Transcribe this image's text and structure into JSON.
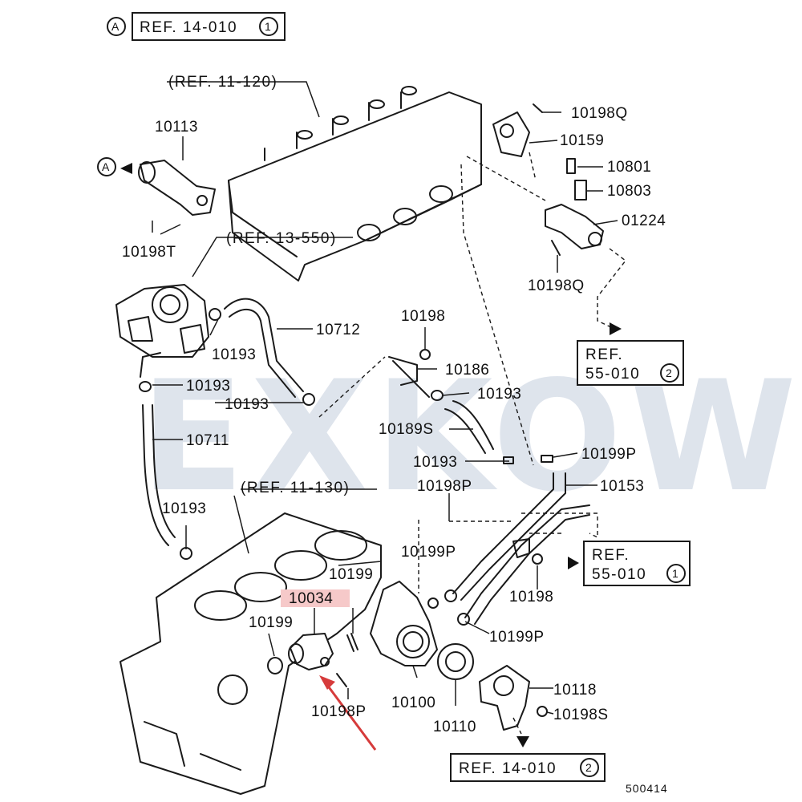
{
  "watermark": "EXKOW",
  "corner_code": "500414",
  "circle_marker": "A",
  "ref_boxes": {
    "top_left": {
      "text": "REF. 14-010",
      "circled": "1"
    },
    "right_upper": {
      "line1": "REF.",
      "line2": "55-010",
      "circled": "2"
    },
    "right_lower": {
      "line1": "REF.",
      "line2": "55-010",
      "circled": "1"
    },
    "bottom": {
      "text": "REF. 14-010",
      "circled": "2"
    }
  },
  "ref_labels": {
    "cylinder_head": "(REF. 11-120)",
    "throttle_body": "(REF. 13-550)",
    "cylinder_block": "(REF. 11-130)"
  },
  "parts": {
    "p10113": "10113",
    "p10198T": "10198T",
    "p10198Q_top": "10198Q",
    "p10159": "10159",
    "p10801": "10801",
    "p10803": "10803",
    "p01224": "01224",
    "p10198Q_mid": "10198Q",
    "p10712": "10712",
    "p10193_a": "10193",
    "p10193_b": "10193",
    "p10193_c": "10193",
    "p10198": "10198",
    "p10186": "10186",
    "p10193_d": "10193",
    "p10189S": "10189S",
    "p10711": "10711",
    "p10193_e": "10193",
    "p10199P_a": "10199P",
    "p10153": "10153",
    "p10198P_a": "10198P",
    "p10193_f": "10193",
    "p10199P_b": "10199P",
    "p10199_a": "10199",
    "p10034": "10034",
    "p10199_b": "10199",
    "p10198_b": "10198",
    "p10199P_c": "10199P",
    "p10100": "10100",
    "p10110": "10110",
    "p10118": "10118",
    "p10198S": "10198S",
    "p10198P_b": "10198P"
  },
  "colors": {
    "highlight": "#f6c9c9",
    "arrow": "#d63b3b",
    "watermark": "#6f86ad"
  }
}
